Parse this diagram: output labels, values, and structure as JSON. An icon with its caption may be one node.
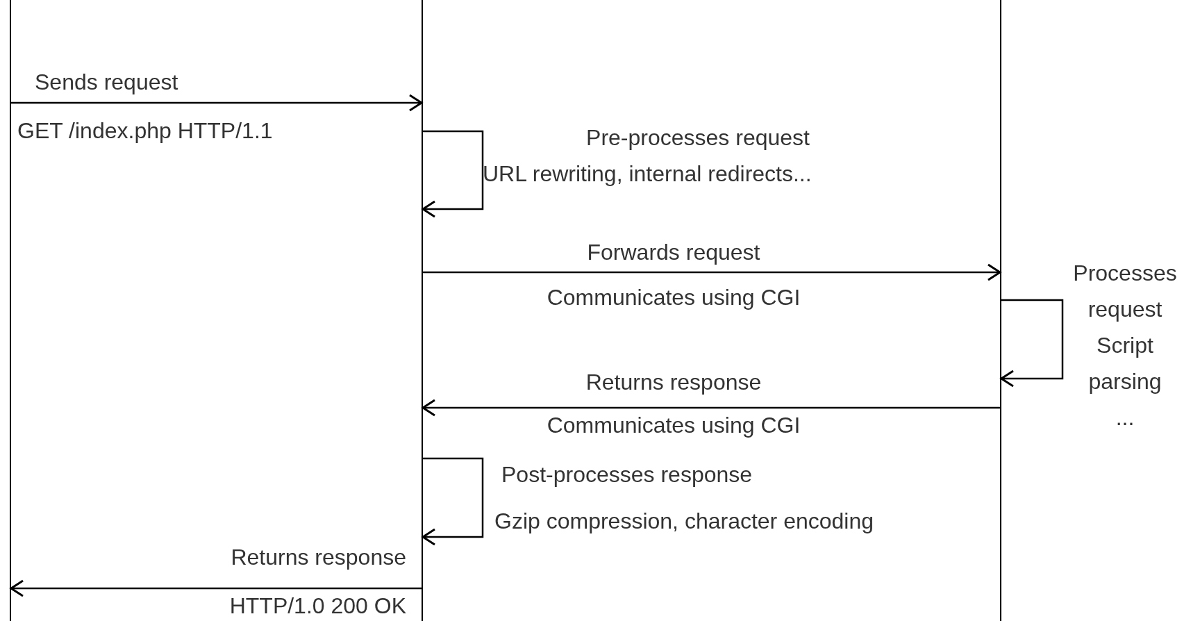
{
  "diagram": {
    "nodes": [
      {
        "text": [],
        "shape": "bar"
      },
      {
        "text": [],
        "shape": "bar"
      },
      {
        "text": [],
        "shape": "bar"
      }
    ],
    "edges": [
      {
        "from": 0,
        "to": 1,
        "arrow": "to",
        "label": "Sends request"
      },
      {
        "from": 1,
        "to": 1,
        "arrow": "to",
        "label": "Pre-processes request"
      },
      {
        "from": 1,
        "to": 2,
        "arrow": "to",
        "label": "Forwards request"
      },
      {
        "from": 2,
        "to": 2,
        "arrow": "to",
        "label": "Processes request"
      },
      {
        "from": 2,
        "to": 1,
        "arrow": "to",
        "label": "Returns response"
      },
      {
        "from": 1,
        "to": 1,
        "arrow": "to",
        "label": "Post-processes response"
      },
      {
        "from": 1,
        "to": 0,
        "arrow": "to",
        "label": "Returns response"
      }
    ],
    "labels": [
      "GET /index.php HTTP/1.1",
      "URL rewriting, internal redirects...",
      "Communicates using CGI",
      "Script parsing",
      "...",
      "Communicates using CGI",
      "Gzip compression, character encoding",
      "HTTP/1.0 200 OK"
    ]
  }
}
